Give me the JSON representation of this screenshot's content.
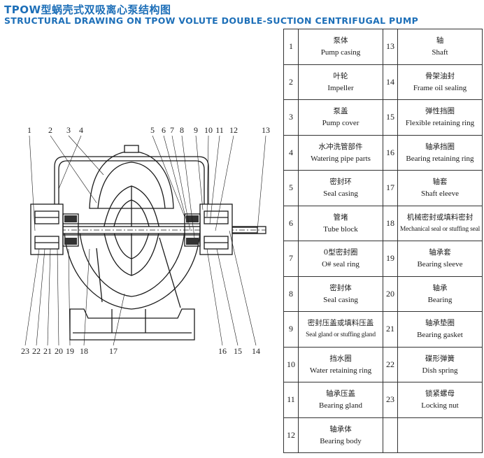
{
  "header": {
    "title_cn": "TPOW型蜗壳式双吸离心泵结构图",
    "title_en": "STRUCTURAL DRAWING ON TPOW VOLUTE DOUBLE-SUCTION CENTRIFUGAL PUMP"
  },
  "drawing": {
    "top_labels": [
      "1",
      "2",
      "3",
      "4",
      "5",
      "6",
      "7",
      "8",
      "9",
      "10",
      "11",
      "12",
      "13"
    ],
    "bottom_labels": [
      "23",
      "22",
      "21",
      "20",
      "19",
      "18",
      "17",
      "16",
      "15",
      "14"
    ]
  },
  "parts": [
    {
      "no": "1",
      "cn": "泵体",
      "en": "Pump casing"
    },
    {
      "no": "2",
      "cn": "叶轮",
      "en": "Impeller"
    },
    {
      "no": "3",
      "cn": "泵盖",
      "en": "Pump cover"
    },
    {
      "no": "4",
      "cn": "水冲洗管部件",
      "en": "Watering pipe parts"
    },
    {
      "no": "5",
      "cn": "密封环",
      "en": "Seal casing"
    },
    {
      "no": "6",
      "cn": "管堵",
      "en": "Tube block"
    },
    {
      "no": "7",
      "cn": "0型密封圈",
      "en": "O# seal ring"
    },
    {
      "no": "8",
      "cn": "密封体",
      "en": "Seal casing"
    },
    {
      "no": "9",
      "cn": "密封压盖或填料压盖",
      "en": "Seal gland or stuffing gland"
    },
    {
      "no": "10",
      "cn": "挡水圈",
      "en": "Water retaining ring"
    },
    {
      "no": "11",
      "cn": "轴承压盖",
      "en": "Bearing gland"
    },
    {
      "no": "12",
      "cn": "轴承体",
      "en": "Bearing body"
    },
    {
      "no": "13",
      "cn": "轴",
      "en": "Shaft"
    },
    {
      "no": "14",
      "cn": "骨架油封",
      "en": "Frame oil sealing"
    },
    {
      "no": "15",
      "cn": "弹性挡圈",
      "en": "Flexible retaining ring"
    },
    {
      "no": "16",
      "cn": "轴承挡圈",
      "en": "Bearing retaining ring"
    },
    {
      "no": "17",
      "cn": "轴套",
      "en": "Shaft eleeve"
    },
    {
      "no": "18",
      "cn": "机械密封或填料密封",
      "en": "Mechanical seal or stuffing seal"
    },
    {
      "no": "19",
      "cn": "轴承套",
      "en": "Bearing sleeve"
    },
    {
      "no": "20",
      "cn": "轴承",
      "en": "Bearing"
    },
    {
      "no": "21",
      "cn": "轴承垫圈",
      "en": "Bearing gasket"
    },
    {
      "no": "22",
      "cn": "碟形弹簧",
      "en": "Dish spring"
    },
    {
      "no": "23",
      "cn": "锁紧螺母",
      "en": "Locking nut"
    }
  ]
}
